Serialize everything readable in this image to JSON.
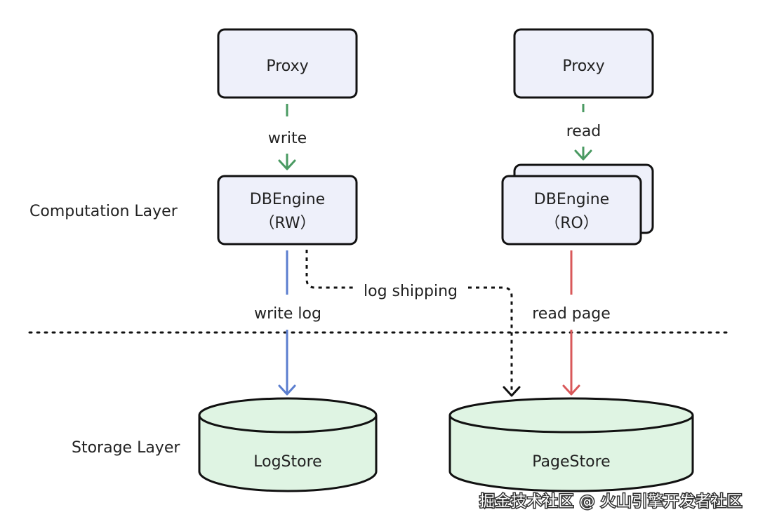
{
  "layers": {
    "computation": "Computation Layer",
    "storage": "Storage Layer"
  },
  "nodes": {
    "proxy_rw": "Proxy",
    "proxy_ro": "Proxy",
    "dbengine_rw": {
      "line1": "DBEngine",
      "line2": "（RW）"
    },
    "dbengine_ro": {
      "line1": "DBEngine",
      "line2": "（RO）"
    },
    "logstore": "LogStore",
    "pagestore": "PageStore"
  },
  "edges": {
    "write": "write",
    "read": "read",
    "write_log": "write log",
    "log_shipping": "log shipping",
    "read_page": "read page"
  },
  "colors": {
    "compute_box_fill": "#eef0fa",
    "storage_fill": "#dff4e3",
    "stroke": "#111111",
    "write_arrow": "#4a9a62",
    "read_arrow": "#4a9a62",
    "write_log_arrow": "#5b7ecf",
    "read_page_arrow": "#d9585a",
    "log_shipping_arrow": "#111111"
  },
  "watermark": "掘金技术社区 @ 火山引擎开发者社区"
}
